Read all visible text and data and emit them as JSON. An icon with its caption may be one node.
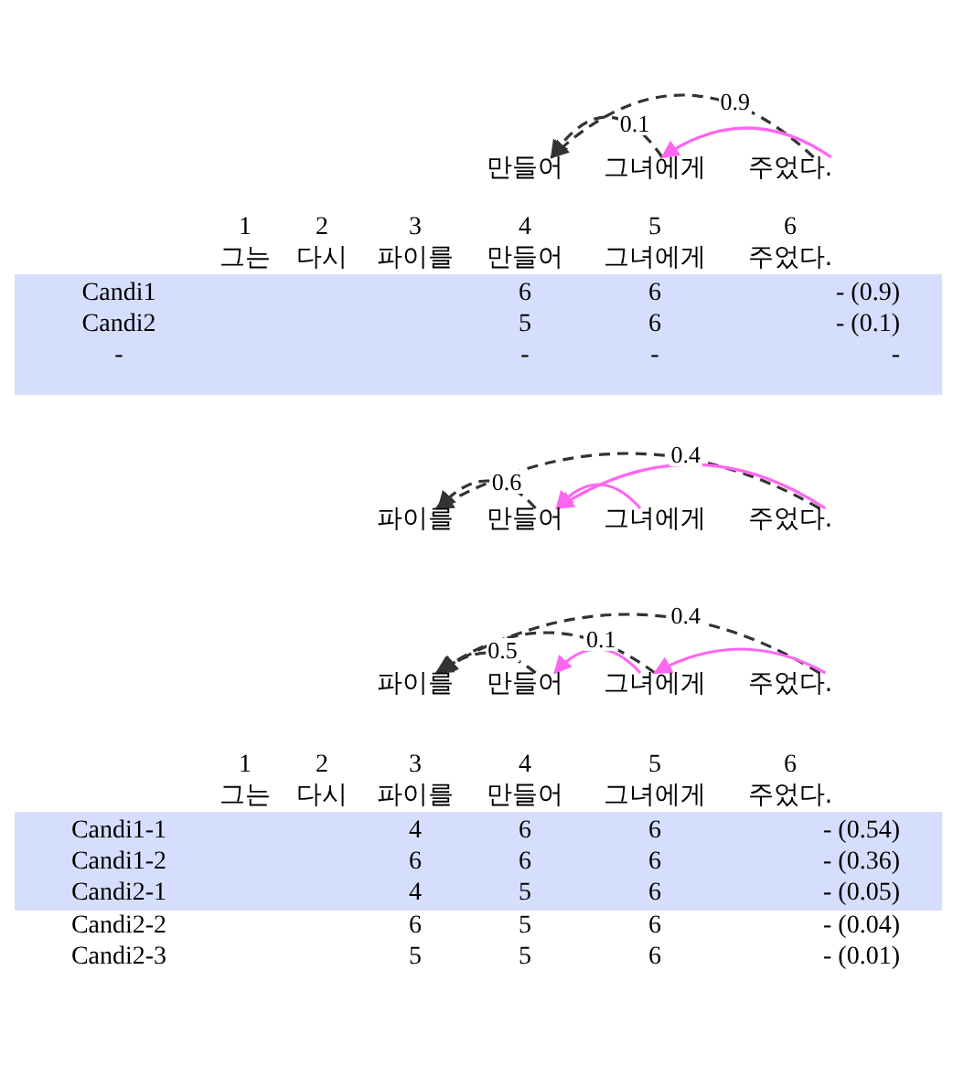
{
  "diagram": {
    "nodes": [
      {
        "text": [
          "만들어"
        ]
      },
      {
        "text": [
          "그녀에게"
        ]
      },
      {
        "text": [
          "주었다."
        ]
      },
      {
        "text": [
          "파이를"
        ]
      },
      {
        "text": [
          "만들어"
        ]
      },
      {
        "text": [
          "그녀에게"
        ]
      },
      {
        "text": [
          "주었다."
        ]
      },
      {
        "text": [
          "파이를"
        ]
      },
      {
        "text": [
          "만들어"
        ]
      },
      {
        "text": [
          "그녀에게"
        ]
      },
      {
        "text": [
          "주었다."
        ]
      }
    ],
    "edges": [
      {
        "from": 2,
        "to": 0,
        "arrow": "to",
        "label": "0.9",
        "style": "dashed"
      },
      {
        "from": 1,
        "to": 0,
        "arrow": "to",
        "label": "0.1",
        "style": "dashed"
      },
      {
        "from": 2,
        "to": 1,
        "arrow": "to",
        "color": "#ff66f0"
      },
      {
        "from": 6,
        "to": 3,
        "arrow": "to",
        "label": "0.4",
        "style": "dashed"
      },
      {
        "from": 4,
        "to": 3,
        "arrow": "to",
        "label": "0.6",
        "style": "dashed"
      },
      {
        "from": 6,
        "to": 4,
        "arrow": "to",
        "color": "#ff66f0"
      },
      {
        "from": 5,
        "to": 4,
        "arrow": "to",
        "color": "#ff66f0"
      },
      {
        "from": 10,
        "to": 7,
        "arrow": "to",
        "label": "0.4",
        "style": "dashed"
      },
      {
        "from": 9,
        "to": 7,
        "arrow": "to",
        "label": "0.1",
        "style": "dashed"
      },
      {
        "from": 8,
        "to": 7,
        "arrow": "to",
        "label": "0.5",
        "style": "dashed"
      },
      {
        "from": 9,
        "to": 8,
        "arrow": "to",
        "color": "#ff66f0"
      },
      {
        "from": 10,
        "to": 9,
        "arrow": "to",
        "color": "#ff66f0"
      }
    ],
    "labels": [
      "1",
      "2",
      "3",
      "4",
      "5",
      "6",
      "그는",
      "다시",
      "파이를",
      "만들어",
      "그녀에게",
      "주었다.",
      "Candi1",
      "6",
      "6",
      "- (0.9)",
      "Candi2",
      "5",
      "6",
      "- (0.1)",
      "-",
      "-",
      "-",
      "-",
      "1",
      "2",
      "3",
      "4",
      "5",
      "6",
      "그는",
      "다시",
      "파이를",
      "만들어",
      "그녀에게",
      "주었다.",
      "Candi1-1",
      "4",
      "6",
      "6",
      "- (0.54)",
      "Candi1-2",
      "6",
      "6",
      "6",
      "- (0.36)",
      "Candi2-1",
      "4",
      "5",
      "6",
      "- (0.05)",
      "Candi2-2",
      "6",
      "5",
      "6",
      "- (0.04)",
      "Candi2-3",
      "5",
      "5",
      "6",
      "- (0.01)"
    ]
  }
}
